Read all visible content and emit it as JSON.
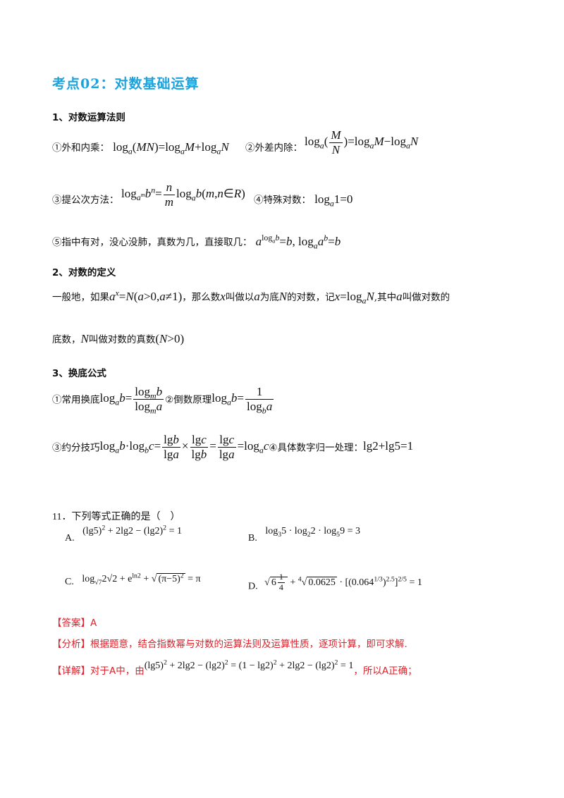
{
  "title": "考点02：对数基础运算",
  "sections": [
    {
      "heading": "1、对数运算法则"
    },
    {
      "heading": "2、对数的定义"
    },
    {
      "heading": "3、换底公式"
    }
  ],
  "rules": {
    "r1_label": "①外和内乘：",
    "r2_label": "②外差内除：",
    "r3_label": "③提公次方法：",
    "r4_label": "④特殊对数：",
    "r5_label": "⑤指中有对，没心没肺，真数为几，直接取几："
  },
  "definition": {
    "p1": "一般地，如果",
    "p2": "，那么数",
    "p3": "叫做以",
    "p4": "为底",
    "p5": "的对数，记",
    "p6": ",其中",
    "p7": "叫做对数的",
    "p8": "底数，",
    "p9": "叫做对数的真数"
  },
  "change_base": {
    "c1_label": "①常用换底",
    "c2_label": "②倒数原理",
    "c3_label": "③约分技巧",
    "c4_label": "④具体数字归一处理："
  },
  "question": {
    "stem": "11．下列等式正确的是（　）",
    "labels": [
      "A.",
      "B.",
      "C.",
      "D."
    ]
  },
  "answer": {
    "answer_tag": "【答案】",
    "answer_value": "A",
    "analysis_tag": "【分析】",
    "analysis_text": "根据题意，结合指数幂与对数的运算法则及运算性质，逐项计算，即可求解.",
    "detail_tag": "【详解】",
    "detail_p1": "对于A中，由",
    "detail_p2": "，所以A正确；"
  }
}
